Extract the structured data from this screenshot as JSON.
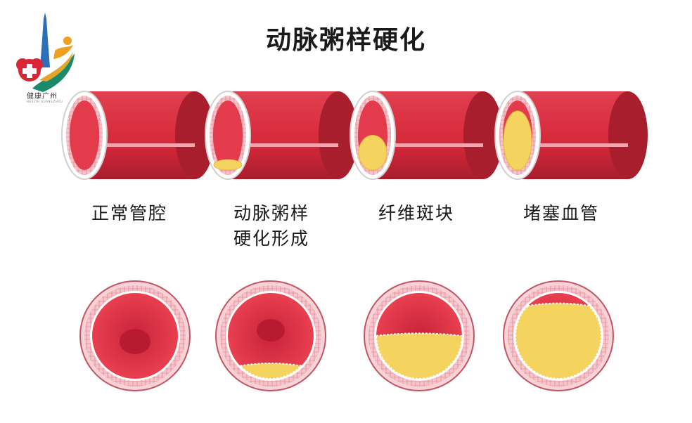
{
  "title": "动脉粥样硬化",
  "logo": {
    "name": "健康广州",
    "subtitle": "HEALTH GUANGZHOU"
  },
  "stages": [
    {
      "label_line1": "正常管腔",
      "label_line2": "",
      "plaque_level": 0.0
    },
    {
      "label_line1": "动脉粥样",
      "label_line2": "硬化形成",
      "plaque_level": 0.15
    },
    {
      "label_line1": "纤维斑块",
      "label_line2": "",
      "plaque_level": 0.5
    },
    {
      "label_line1": "堵塞血管",
      "label_line2": "",
      "plaque_level": 0.85
    }
  ],
  "colors": {
    "vessel_red": "#d62839",
    "vessel_dark": "#a81e2d",
    "lumen_red": "#e33b4b",
    "plaque_yellow": "#f4d35e",
    "wall_pink": "#f2b8bf"
  }
}
